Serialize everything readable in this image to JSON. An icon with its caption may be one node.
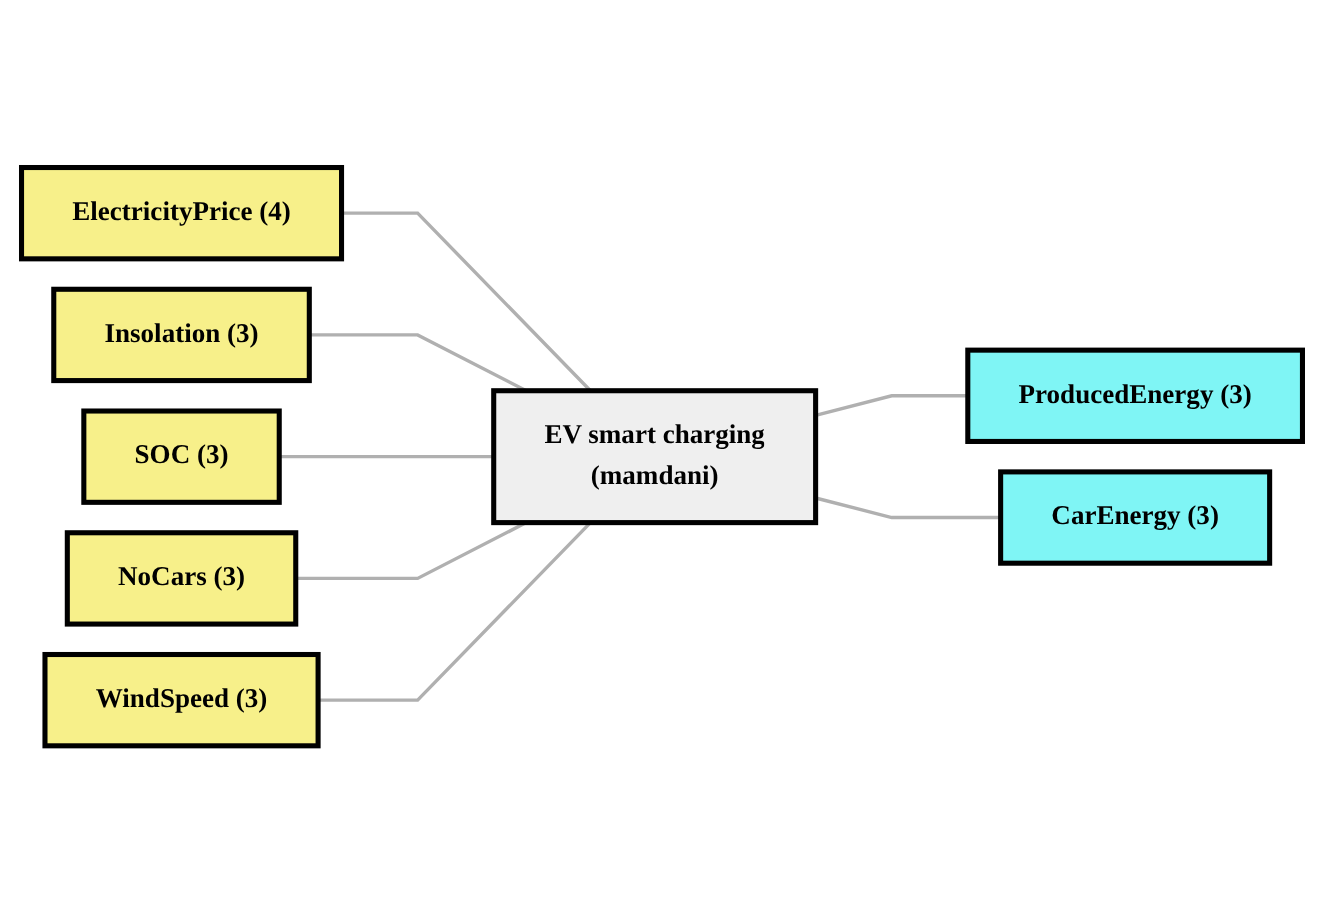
{
  "diagram": {
    "nodes": [
      {
        "text": [
          "ElectricityPrice (4)"
        ]
      },
      {
        "text": [
          "Insolation (3)"
        ]
      },
      {
        "text": [
          "SOC (3)"
        ]
      },
      {
        "text": [
          "NoCars (3)"
        ]
      },
      {
        "text": [
          "WindSpeed (3)"
        ]
      },
      {
        "text": [
          "EV smart charging",
          "(mamdani)"
        ]
      },
      {
        "text": [
          "ProducedEnergy (3)"
        ]
      },
      {
        "text": [
          "CarEnergy (3)"
        ]
      }
    ],
    "edges": [
      {
        "from": 0,
        "to": 5,
        "arrow": "none"
      },
      {
        "from": 1,
        "to": 5,
        "arrow": "none"
      },
      {
        "from": 2,
        "to": 5,
        "arrow": "none"
      },
      {
        "from": 3,
        "to": 5,
        "arrow": "none"
      },
      {
        "from": 4,
        "to": 5,
        "arrow": "none"
      },
      {
        "from": 5,
        "to": 6,
        "arrow": "none"
      },
      {
        "from": 5,
        "to": 7,
        "arrow": "none"
      }
    ]
  }
}
